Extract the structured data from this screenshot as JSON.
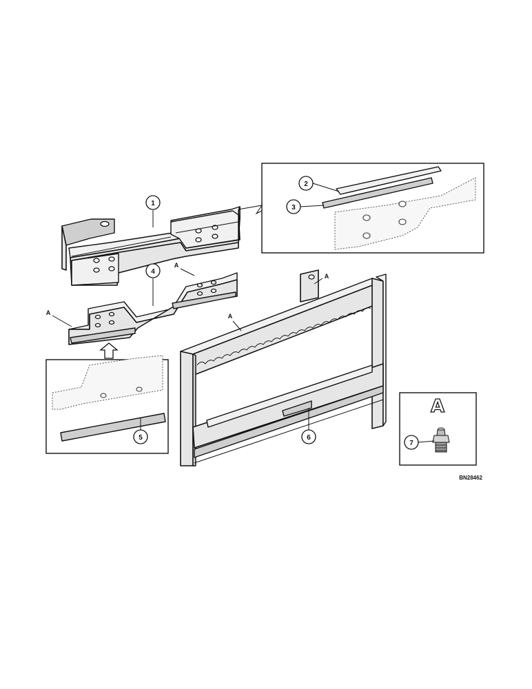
{
  "diagram": {
    "colors": {
      "ink": "#111111",
      "paper": "#ffffff",
      "shade": "#e6e6e6"
    },
    "callouts": [
      {
        "id": "c1",
        "label": "1"
      },
      {
        "id": "c2",
        "label": "2"
      },
      {
        "id": "c3",
        "label": "3"
      },
      {
        "id": "c4",
        "label": "4"
      },
      {
        "id": "c5",
        "label": "5"
      },
      {
        "id": "c6",
        "label": "6"
      },
      {
        "id": "c7",
        "label": "7"
      }
    ],
    "location_marker": "A",
    "detail_title": "A",
    "figure_code": "BN28462"
  }
}
